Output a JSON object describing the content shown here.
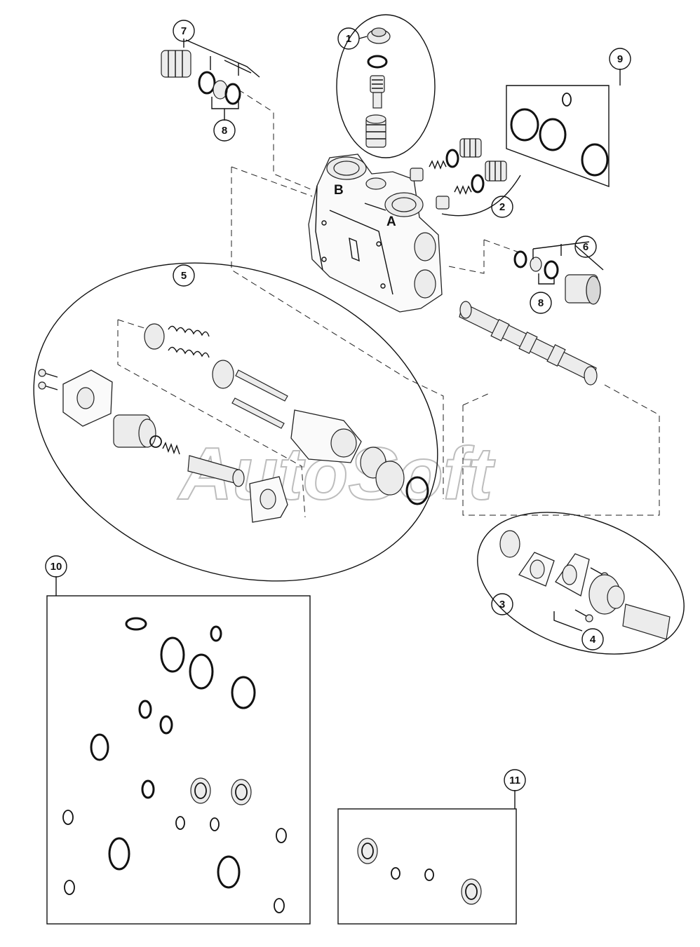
{
  "callouts": [
    "1",
    "2",
    "3",
    "4",
    "5",
    "6",
    "7",
    "8",
    "8",
    "9",
    "10",
    "11"
  ],
  "ports": {
    "b": "B",
    "a": "A"
  },
  "watermark": "AutoSoft",
  "colors": {
    "line": "#111111",
    "background": "#ffffff",
    "watermark": "#bdbdbd"
  }
}
